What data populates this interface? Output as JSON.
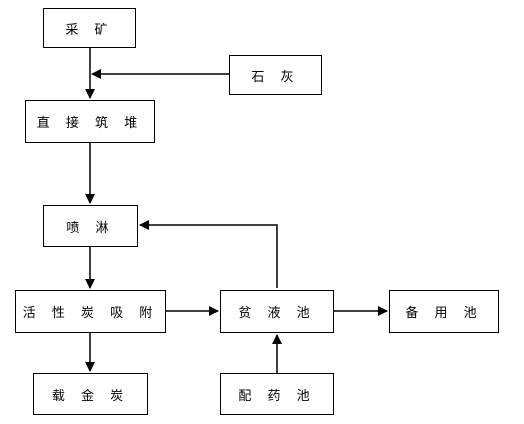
{
  "nodes": {
    "mining": "采 矿",
    "lime": "石 灰",
    "direct_heap": "直 接 筑 堆",
    "spray": "喷 淋",
    "carbon_adsorption": "活 性 炭 吸 附",
    "barren_pond": "贫 液 池",
    "reserve_pond": "备 用 池",
    "loaded_carbon": "载 金 炭",
    "reagent_pond": "配 药 池"
  }
}
